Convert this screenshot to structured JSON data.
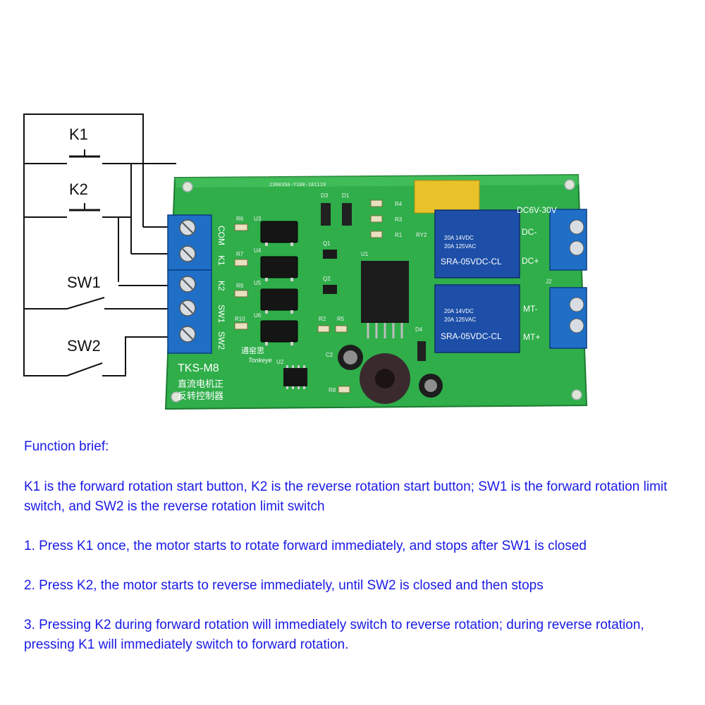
{
  "wiring": {
    "k1_label": "K1",
    "k2_label": "K2",
    "sw1_label": "SW1",
    "sw2_label": "SW2"
  },
  "board": {
    "model": "TKS-M8",
    "serial": "230039A-Y108-181119",
    "chinese_line1": "直流电机正",
    "chinese_line2": "反转控制器",
    "brand_cn": "通窑思",
    "brand_en": "Tonkeye",
    "pin_com": "COM",
    "pin_k1": "K1",
    "pin_k2": "K2",
    "pin_sw1": "SW1",
    "pin_sw2": "SW2",
    "power_label": "DC6V-30V",
    "dc_minus": "DC-",
    "dc_plus": "DC+",
    "mt_minus": "MT-",
    "mt_plus": "MT+",
    "relay_model": "SRA-05VDC-CL",
    "relay_spec1": "20A 14VDC",
    "relay_spec2": "20A 125VAC",
    "components": {
      "r6": "R6",
      "r7": "R7",
      "r9": "R9",
      "r10": "R10",
      "u3": "U3",
      "u4": "U4",
      "u5": "U5",
      "u6": "U6",
      "d3": "D3",
      "d1": "D1",
      "d4": "D4",
      "r4": "R4",
      "r3": "R3",
      "r1": "R1",
      "q1": "Q1",
      "q2": "Q2",
      "u1": "U1",
      "u2": "U2",
      "r2": "R2",
      "r5": "R5",
      "r8": "R8",
      "c2": "C2",
      "ry2": "RY2",
      "j2": "J2"
    }
  },
  "text": {
    "heading": "Function brief:",
    "description": "K1 is the forward rotation start button, K2 is the reverse rotation start button; SW1 is the forward rotation limit switch, and SW2 is the reverse rotation limit switch",
    "step1": "1. Press K1 once, the motor starts to rotate forward immediately, and stops after SW1 is closed",
    "step2": "2. Press K2, the motor starts to reverse immediately, until SW2 is closed and then stops",
    "step3": "3. Pressing K2 during forward rotation will immediately switch to reverse rotation; during reverse rotation, pressing K1 will immediately switch to forward rotation."
  },
  "colors": {
    "caption": "#1a1ae6",
    "pcb": "#2fae4a",
    "terminal": "#1f6fc7",
    "relay": "#1d4fa8",
    "capacitor": "#e9c22a"
  }
}
